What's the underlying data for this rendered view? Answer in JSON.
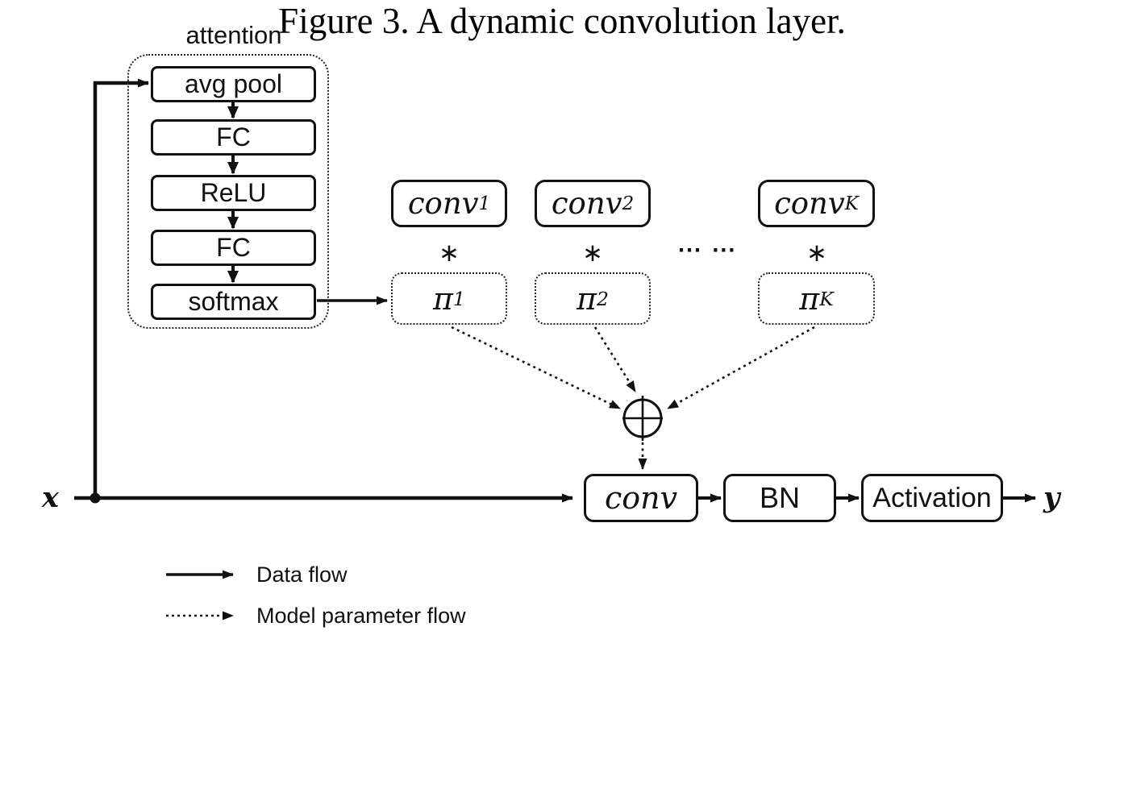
{
  "diagram": {
    "attention": {
      "title": "attention",
      "layers": [
        "avg pool",
        "FC",
        "ReLU",
        "FC",
        "softmax"
      ]
    },
    "kernels": [
      {
        "name": "conv",
        "sub": "1"
      },
      {
        "name": "conv",
        "sub": "2"
      },
      {
        "name": "conv",
        "sub": "K"
      }
    ],
    "multiply_symbol": "∗",
    "ellipsis": "⋯ ⋯",
    "weights": [
      {
        "name": "π",
        "sub": "1"
      },
      {
        "name": "π",
        "sub": "2"
      },
      {
        "name": "π",
        "sub": "K"
      }
    ],
    "aggregate_icon": "circled-plus",
    "pipeline": {
      "conv": "conv",
      "bn": "BN",
      "activation": "Activation"
    },
    "input_label": "x",
    "output_label": "y"
  },
  "legend": {
    "items": [
      {
        "style": "solid",
        "label": "Data flow"
      },
      {
        "style": "dotted",
        "label": "Model parameter flow"
      }
    ]
  },
  "caption": "Figure 3. A dynamic convolution layer.",
  "colors": {
    "ink": "#111111",
    "background": "#ffffff"
  }
}
